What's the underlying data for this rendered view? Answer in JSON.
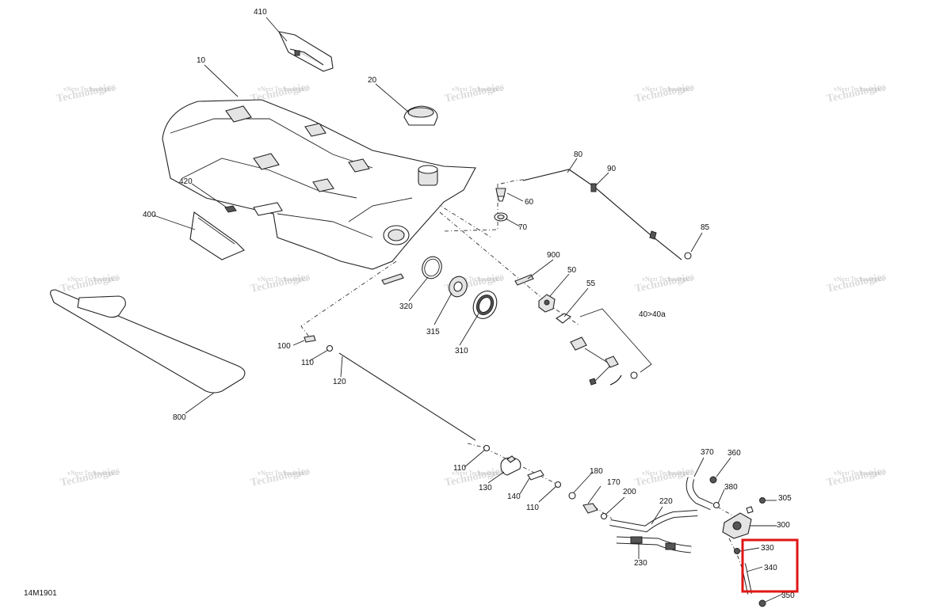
{
  "figure_id": "14M1901",
  "watermark": {
    "line1": "vNext Technologies",
    "line2": "Technologies"
  },
  "callouts": [
    "410",
    "10",
    "20",
    "80",
    "90",
    "60",
    "70",
    "85",
    "420",
    "400",
    "900",
    "50",
    "55",
    "320",
    "315",
    "310",
    "40>40a",
    "100",
    "110",
    "120",
    "800",
    "110",
    "130",
    "140",
    "110",
    "180",
    "170",
    "200",
    "220",
    "230",
    "370",
    "360",
    "380",
    "305",
    "300",
    "330",
    "340",
    "350"
  ],
  "highlight_color": "#e01616"
}
